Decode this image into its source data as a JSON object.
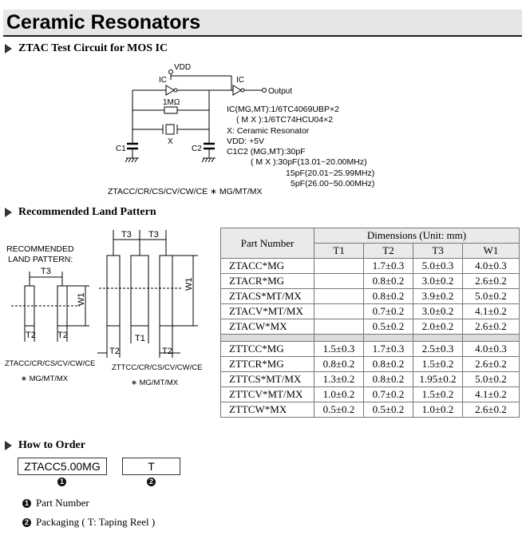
{
  "title": "Ceramic Resonators",
  "circuit": {
    "heading": "ZTAC Test Circuit for MOS IC",
    "vdd": "VDD",
    "ic_left": "IC",
    "ic_right": "IC",
    "output": "Output",
    "resistor": "1MΩ",
    "x": "X",
    "c1": "C1",
    "c2": "C2",
    "notes": [
      "IC(MG,MT):1/6TC4069UBP×2",
      "( M X ):1/6TC74HCU04×2",
      "X: Ceramic Resonator",
      "VDD: +5V",
      "C1C2 (MG,MT):30pF",
      "( M X ):30pF(13.01~20.00MHz)",
      "15pF(20.01~25.99MHz)",
      "5pF(26.00~50.00MHz)"
    ],
    "series": "ZTACC/CR/CS/CV/CW/CE ∗ MG/MT/MX"
  },
  "land": {
    "heading": "Recommended Land Pattern",
    "left_title_1": "RECOMMENDED",
    "left_title_2": "LAND PATTERN:",
    "t3": "T3",
    "t2": "T2",
    "t1": "T1",
    "w1": "W1",
    "left_caption": "ZTACC/CR/CS/CV/CW/CE",
    "left_suffix": "∗ MG/MT/MX",
    "right_caption": "ZTTCC/CR/CS/CV/CW/CE",
    "right_suffix": "∗ MG/MT/MX"
  },
  "table": {
    "col_part": "Part Number",
    "col_dims": "Dimensions (Unit: mm)",
    "cols": [
      "T1",
      "T2",
      "T3",
      "W1"
    ],
    "group1": [
      [
        "ZTACC*MG",
        "",
        "1.7±0.3",
        "5.0±0.3",
        "4.0±0.3"
      ],
      [
        "ZTACR*MG",
        "",
        "0.8±0.2",
        "3.0±0.2",
        "2.6±0.2"
      ],
      [
        "ZTACS*MT/MX",
        "",
        "0.8±0.2",
        "3.9±0.2",
        "5.0±0.2"
      ],
      [
        "ZTACV*MT/MX",
        "",
        "0.7±0.2",
        "3.0±0.2",
        "4.1±0.2"
      ],
      [
        "ZTACW*MX",
        "",
        "0.5±0.2",
        "2.0±0.2",
        "2.6±0.2"
      ]
    ],
    "group2": [
      [
        "ZTTCC*MG",
        "1.5±0.3",
        "1.7±0.3",
        "2.5±0.3",
        "4.0±0.3"
      ],
      [
        "ZTTCR*MG",
        "0.8±0.2",
        "0.8±0.2",
        "1.5±0.2",
        "2.6±0.2"
      ],
      [
        "ZTTCS*MT/MX",
        "1.3±0.2",
        "0.8±0.2",
        "1.95±0.2",
        "5.0±0.2"
      ],
      [
        "ZTTCV*MT/MX",
        "1.0±0.2",
        "0.7±0.2",
        "1.5±0.2",
        "4.1±0.2"
      ],
      [
        "ZTTCW*MX",
        "0.5±0.2",
        "0.5±0.2",
        "1.0±0.2",
        "2.6±0.2"
      ]
    ]
  },
  "order": {
    "heading": "How to Order",
    "box1": "ZTACC5.00MG",
    "box2": "T",
    "num1": "1",
    "num2": "2",
    "legend1": "Part Number",
    "legend2": "Packaging ( T: Taping Reel )"
  }
}
